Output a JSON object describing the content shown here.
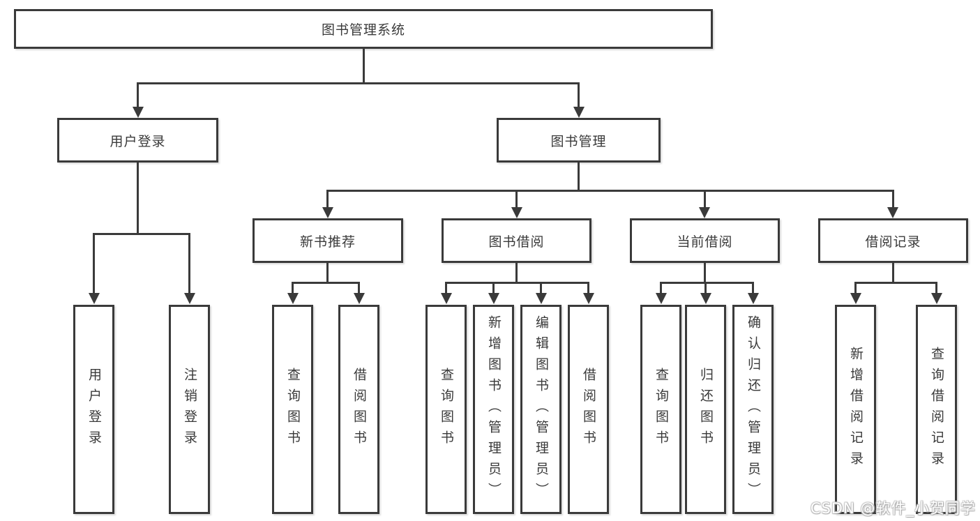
{
  "nodes": {
    "root": "图书管理系统",
    "login": "用户登录",
    "mgmt": "图书管理",
    "login_children": [
      "用户登录",
      "注销登录"
    ],
    "groups": [
      {
        "label": "新书推荐",
        "children": [
          "查询图书",
          "借阅图书"
        ]
      },
      {
        "label": "图书借阅",
        "children": [
          "查询图书",
          "新增图书（管理员）",
          "编辑图书（管理员）",
          "借阅图书"
        ]
      },
      {
        "label": "当前借阅",
        "children": [
          "查询图书",
          "归还图书",
          "确认归还（管理员）"
        ]
      },
      {
        "label": "借阅记录",
        "children": [
          "新增借阅记录",
          "查询借阅记录"
        ]
      }
    ]
  },
  "watermark": "CSDN @软件_小贺同学",
  "colors": {
    "line": "#3a3a3a",
    "text": "#3a3a3a",
    "background": "#ffffff"
  }
}
